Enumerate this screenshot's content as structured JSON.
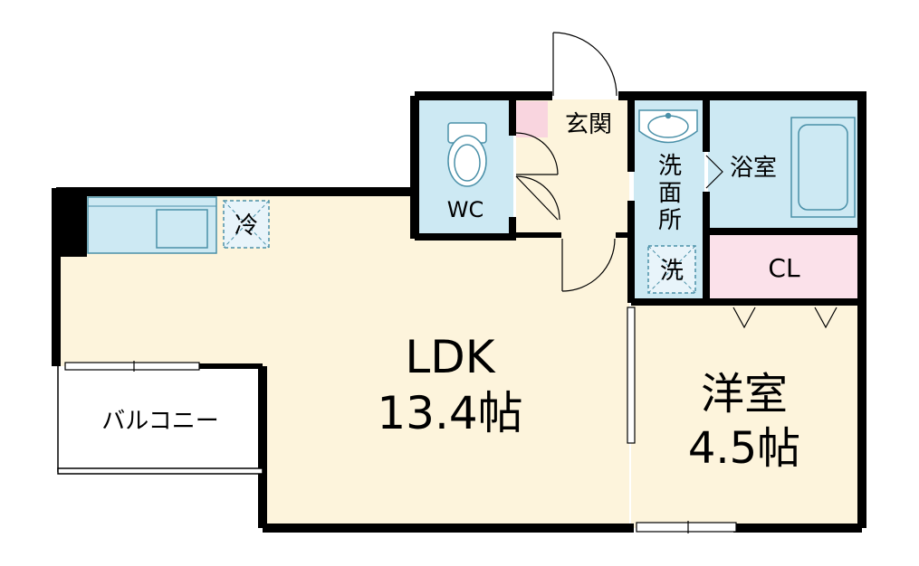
{
  "colors": {
    "floor": "#fdf4dc",
    "wet": "#cde9f3",
    "closet": "#fbe1ea",
    "entry_mat": "#f9d5df",
    "wall": "#000000",
    "fixture_line": "#4a90a8",
    "balcony": "#ffffff"
  },
  "rooms": {
    "ldk": {
      "name": "LDK",
      "size": "13.4帖"
    },
    "western": {
      "name": "洋室",
      "size": "4.5帖"
    },
    "balcony": {
      "name": "バルコニー"
    },
    "genkan": {
      "name": "玄関"
    },
    "wc": {
      "name": "WC"
    },
    "washroom": {
      "name": "洗面所"
    },
    "bath": {
      "name": "浴室"
    },
    "closet": {
      "name": "CL"
    }
  },
  "fixtures": {
    "fridge": "冷",
    "washer": "洗"
  },
  "icons": {
    "toilet": "toilet-icon",
    "sink": "sink-icon",
    "bathtub": "bathtub-icon",
    "kitchen": "kitchen-counter-icon"
  }
}
